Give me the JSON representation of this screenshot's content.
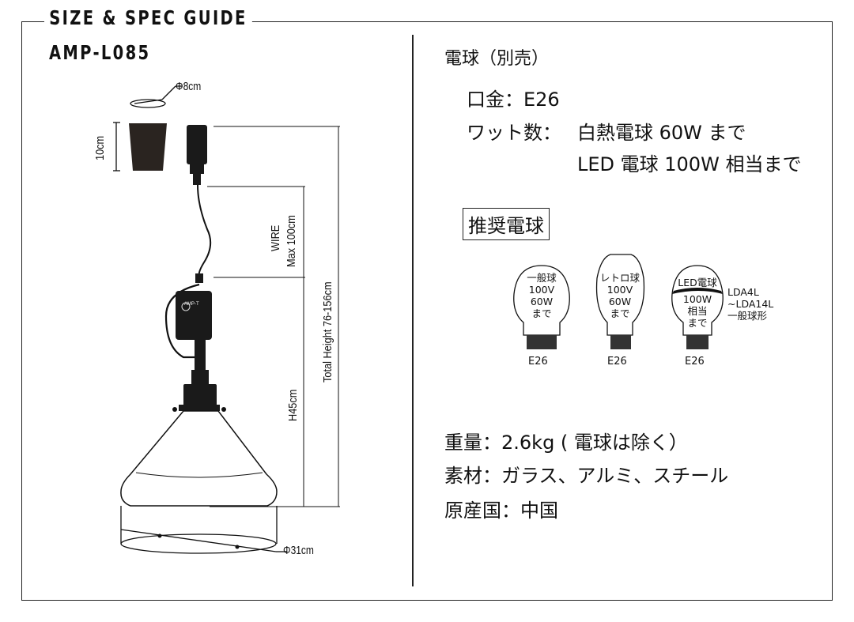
{
  "header": {
    "title": "SIZE & SPEC GUIDE",
    "model": "AMP-L085"
  },
  "diagram": {
    "top_diameter": "Φ8cm",
    "cup_height": "10cm",
    "wire_label": "WIRE",
    "wire_max": "Max 100cm",
    "total_height": "Total Height 76-156cm",
    "shade_height": "H45cm",
    "bottom_diameter": "Φ31cm",
    "box_brand": "AMP-T"
  },
  "specs": {
    "bulb_heading": "電球（別売）",
    "socket": "口金：E26",
    "watt_label": "ワット数：",
    "watt_line1": "白熱電球 60W まで",
    "watt_line2": "LED 電球 100W 相当まで",
    "recommended": "推奨電球",
    "weight": "重量：2.6kg ( 電球は除く）",
    "material": "素材：ガラス、アルミ、スチール",
    "origin": "原産国：中国"
  },
  "bulbs": [
    {
      "lines": [
        "一般球",
        "100V",
        "60W",
        "まで"
      ],
      "base": "E26"
    },
    {
      "lines": [
        "レトロ球",
        "100V",
        "60W",
        "まで"
      ],
      "base": "E26"
    },
    {
      "lines": [
        "LED電球",
        "100W",
        "相当",
        "まで"
      ],
      "base": "E26"
    }
  ],
  "led_note": [
    "LDA4L",
    "~LDA14L",
    "一般球形"
  ]
}
